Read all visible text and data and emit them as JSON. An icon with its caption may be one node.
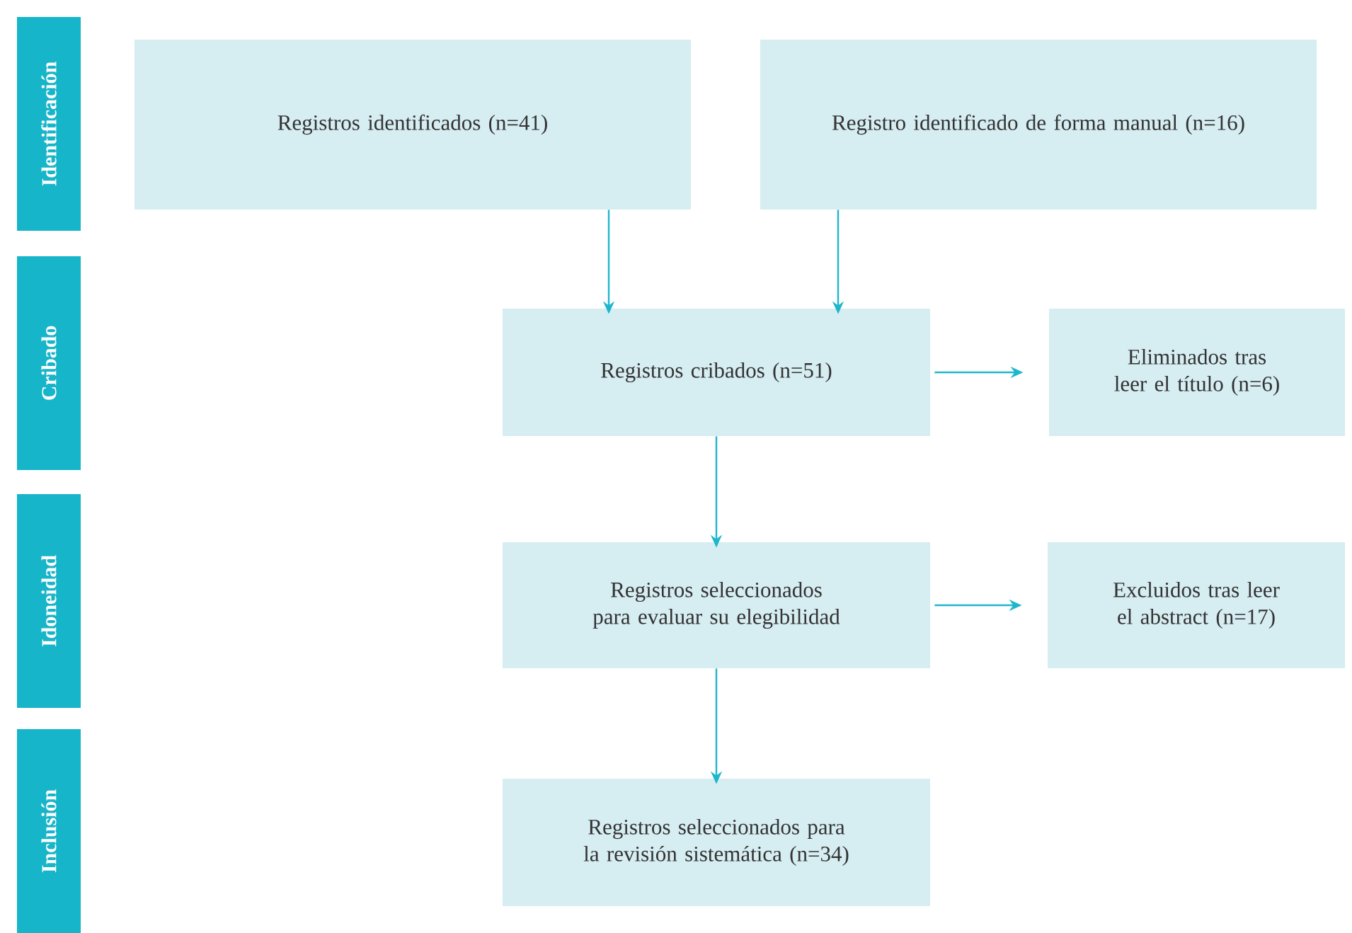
{
  "diagram": {
    "nodes": [
      {
        "text": [
          "Identificación"
        ]
      },
      {
        "text": [
          "Cribado"
        ]
      },
      {
        "text": [
          "Idoneidad"
        ]
      },
      {
        "text": [
          "Inclusión"
        ]
      },
      {
        "text": [
          "Registros identificados (n=41)"
        ]
      },
      {
        "text": [
          "Registro identificado de forma manual (n=16)"
        ]
      },
      {
        "text": [
          "Registros cribados (n=51)"
        ]
      },
      {
        "text": [
          "Eliminados tras leer el título (n=6)"
        ]
      },
      {
        "text": [
          "Registros seleccionados para evaluar su elegibilidad"
        ]
      },
      {
        "text": [
          "Excluidos tras leer el abstract (n=17)"
        ]
      },
      {
        "text": [
          "Registros seleccionados para la revisión sistemática (n=34)"
        ]
      }
    ],
    "edges": [
      {
        "from": 4,
        "to": 6,
        "arrow": "to"
      },
      {
        "from": 5,
        "to": 6,
        "arrow": "to"
      },
      {
        "from": 6,
        "to": 7,
        "arrow": "to"
      },
      {
        "from": 6,
        "to": 8,
        "arrow": "to"
      },
      {
        "from": 8,
        "to": 9,
        "arrow": "to"
      },
      {
        "from": 8,
        "to": 10,
        "arrow": "to"
      }
    ]
  }
}
